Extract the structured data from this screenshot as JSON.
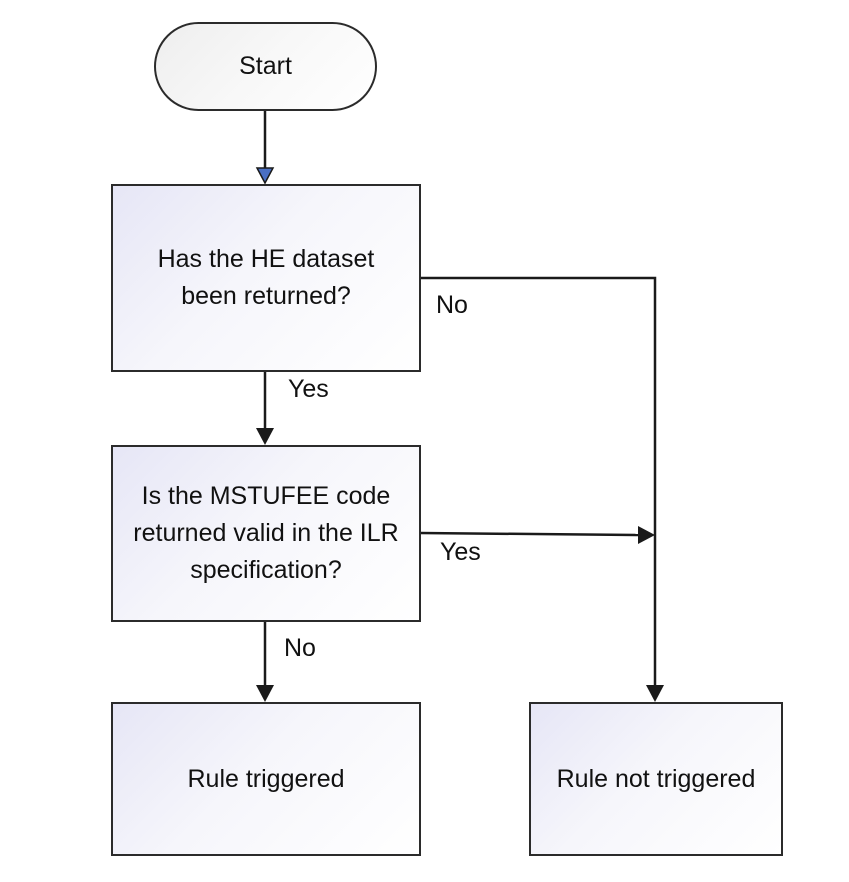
{
  "flowchart": {
    "nodes": {
      "start": {
        "text": "Start",
        "shape": "terminator"
      },
      "decision_he_dataset": {
        "text": "Has the HE dataset been returned?",
        "shape": "process"
      },
      "decision_mstufee": {
        "text": "Is the MSTUFEE code returned valid in the ILR specification?",
        "shape": "process"
      },
      "rule_triggered": {
        "text": "Rule triggered",
        "shape": "process"
      },
      "rule_not_triggered": {
        "text": "Rule not triggered",
        "shape": "process"
      }
    },
    "edges": [
      {
        "from": "start",
        "to": "decision_he_dataset",
        "label": ""
      },
      {
        "from": "decision_he_dataset",
        "to": "decision_mstufee",
        "label": "Yes"
      },
      {
        "from": "decision_he_dataset",
        "to": "rule_not_triggered",
        "label": "No"
      },
      {
        "from": "decision_mstufee",
        "to": "rule_not_triggered",
        "label": "Yes"
      },
      {
        "from": "decision_mstufee",
        "to": "rule_triggered",
        "label": "No"
      }
    ],
    "colors": {
      "stroke": "#1a1a1a",
      "start_arrowhead": "#4a6fc4",
      "process_fill_start": "#e6e6f6",
      "process_fill_end": "#ffffff",
      "terminator_fill": "#f2f2f2"
    }
  }
}
